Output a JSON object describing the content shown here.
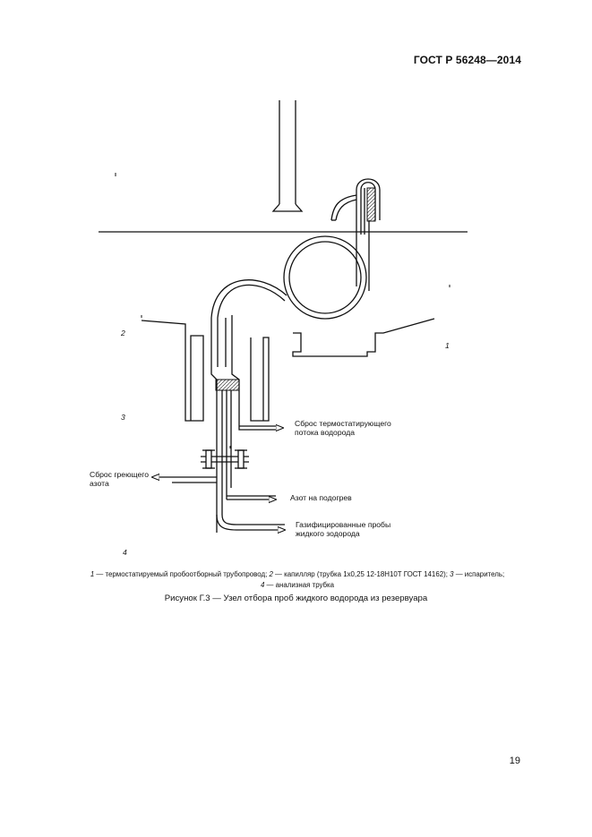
{
  "header": {
    "doc_code": "ГОСТ Р 56248—2014"
  },
  "figure": {
    "labels": {
      "reset_thermostat_flow": [
        "Сброс термостатирующего",
        "потока водорода"
      ],
      "reset_heating_nitrogen": [
        "Сброс греющего",
        "азота"
      ],
      "nitrogen_heating": "Азот на подогрев",
      "gasified_samples": [
        "Газифицированные пробы",
        "жидкого зодорода"
      ]
    },
    "numbers": [
      "1",
      "2",
      "3",
      "4"
    ],
    "legend": [
      {
        "num": "1",
        "text": " — термостатируемый пробоотборный трубопровод; "
      },
      {
        "num": "2",
        "text": " — капилляр (трубка 1х0,25 12-18Н10Т ГОСТ 14162); "
      },
      {
        "num": "3",
        "text": " — испаритель;"
      },
      {
        "num": "4",
        "text": " — анализная трубка"
      }
    ],
    "caption": "Рисунок Г.3 — Узел отбора проб жидкого водорода из резервуара"
  },
  "page_number": "19"
}
